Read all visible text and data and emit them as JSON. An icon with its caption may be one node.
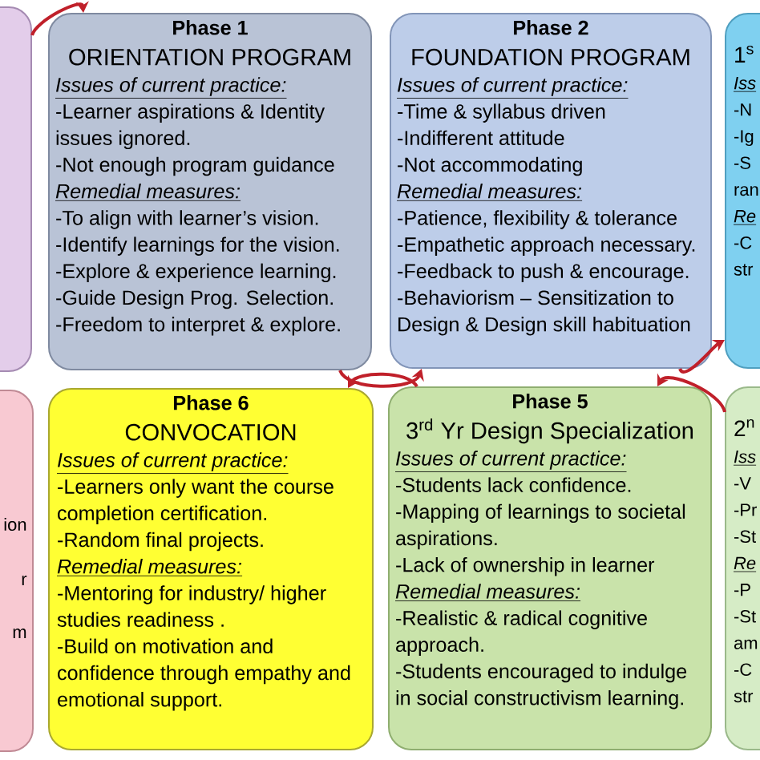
{
  "diagram": {
    "nodes": [
      {
        "text": [],
        "shape": "box"
      },
      {
        "text": [
          "Phase 1",
          "ORIENTATION PROGRAM",
          "Issues of current practice:",
          "-Learner aspirations & Identity issues ignored.",
          "-Not enough program guidance",
          "Remedial measures:",
          "-To align with learner’s vision.",
          "-Identify learnings for the vision.",
          "-Explore & experience learning.",
          "-Guide Design Prog. Selection.",
          "-Freedom to interpret & explore."
        ]
      },
      {
        "text": [
          "Phase 2",
          "FOUNDATION PROGRAM",
          "Issues of current practice:",
          "-Time & syllabus driven",
          "-Indifferent attitude",
          "-Not accommodating",
          "Remedial measures:",
          "-Patience, flexibility & tolerance",
          "-Empathetic approach necessary.",
          "-Feedback to push & encourage.",
          "-Behaviorism – Sensitization to Design & Design skill habituation"
        ]
      },
      {
        "text": [
          "1$^{s}$",
          "Iss",
          "-N",
          "-Ig",
          "-S",
          "ran",
          "Re",
          "-C",
          "str"
        ]
      },
      {
        "text": [
          "ion",
          "r",
          "m"
        ]
      },
      {
        "text": [
          "Phase 6",
          "CONVOCATION",
          "Issues of current practice:",
          "-Learners only want the course completion certification.",
          "-Random final projects.",
          "Remedial measures:",
          "-Mentoring for industry/ higher studies readiness .",
          "-Build on motivation and confidence through empathy and emotional support."
        ]
      },
      {
        "text": [
          "Phase 5",
          "3$^{rd}$ Yr Design Specialization",
          "Issues of current practice:",
          "-Students lack confidence.",
          "-Mapping of learnings to societal aspirations.",
          "-Lack of ownership in learner",
          "Remedial measures:",
          "-Realistic & radical cognitive approach.",
          "-Students encouraged to indulge in social constructivism learning."
        ]
      },
      {
        "text": [
          "2$^{n}$",
          "Iss",
          "-V",
          "-Pr",
          "-St",
          "Re",
          "-P",
          "-St",
          "am",
          "-C",
          "str"
        ]
      }
    ],
    "edges": [
      {
        "from": 0,
        "to": 1,
        "arrow": "to"
      },
      {
        "from": 1,
        "to": 2,
        "arrow": "to"
      },
      {
        "from": 2,
        "to": 3,
        "arrow": "to"
      },
      {
        "from": 7,
        "to": 6,
        "arrow": "to"
      },
      {
        "from": 6,
        "to": 5,
        "arrow": "to"
      }
    ]
  }
}
